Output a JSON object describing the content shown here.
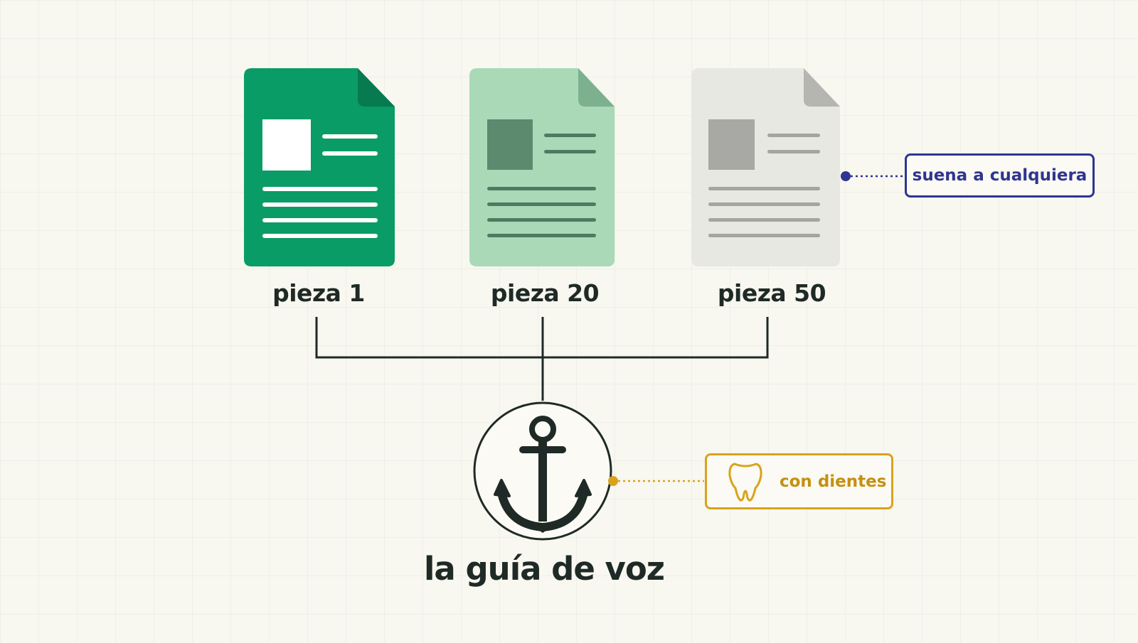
{
  "documents": [
    {
      "label": "pieza 1"
    },
    {
      "label": "pieza 20"
    },
    {
      "label": "pieza 50"
    }
  ],
  "anchor": {
    "label": "la guía de voz",
    "icon": "anchor-icon"
  },
  "callouts": {
    "generic": {
      "text": "suena a cualquiera"
    },
    "teeth": {
      "text": "con dientes",
      "icon": "tooth-icon"
    }
  },
  "colors": {
    "background": "#f8f7f0",
    "doc1_fill": "#0a9c66",
    "doc1_fold": "#077a4f",
    "doc1_detail": "#ffffff",
    "doc2_fill": "#a9d9b7",
    "doc2_fold": "#7cb08f",
    "doc2_detail": "#4e7a62",
    "doc3_fill": "#e8e8e2",
    "doc3_fold": "#b5b5b1",
    "doc3_detail": "#a4a4a0",
    "line": "#1f2a26",
    "accent_blue": "#2f3590",
    "accent_gold": "#d8a31c"
  }
}
